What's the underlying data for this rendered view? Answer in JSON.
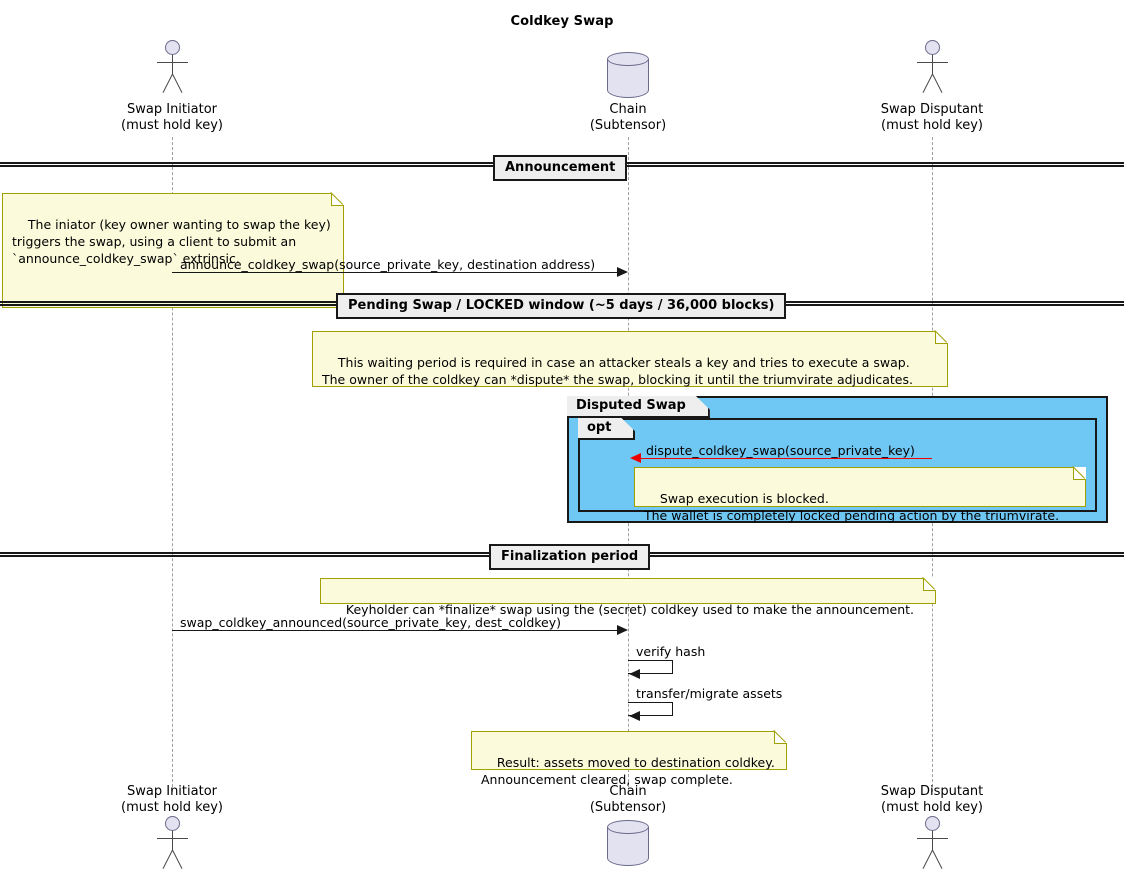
{
  "diagram": {
    "title": "Coldkey Swap",
    "type": "sequence-diagram"
  },
  "participants": [
    {
      "id": "initiator",
      "kind": "actor",
      "line1": "Swap Initiator",
      "line2": "(must hold key)"
    },
    {
      "id": "chain",
      "kind": "database",
      "line1": "Chain",
      "line2": "(Subtensor)"
    },
    {
      "id": "disputant",
      "kind": "actor",
      "line1": "Swap Disputant",
      "line2": "(must hold key)"
    }
  ],
  "dividers": [
    {
      "id": "announcement",
      "label": "Announcement"
    },
    {
      "id": "pending",
      "label": "Pending Swap / LOCKED window (~5 days / 36,000 blocks)"
    },
    {
      "id": "finalization",
      "label": "Finalization period"
    }
  ],
  "notes": [
    {
      "id": "note-initiator",
      "text": "The iniator (key owner wanting to swap the key)\ntriggers the swap, using a client to submit an\n`announce_coldkey_swap` extrinsic."
    },
    {
      "id": "note-waiting-period",
      "text": "This waiting period is required in case an attacker steals a key and tries to execute a swap.\nThe owner of the coldkey can *dispute* the swap, blocking it until the triumvirate adjudicates."
    },
    {
      "id": "note-blocked",
      "text": "Swap execution is blocked.\nThe wallet is completely locked pending action by the triumvirate."
    },
    {
      "id": "note-keyholder-finalize",
      "text": "Keyholder can *finalize* swap using the (secret) coldkey used to make the announcement."
    },
    {
      "id": "note-result",
      "text": "Result: assets moved to destination coldkey.\nAnnouncement cleared, swap complete."
    }
  ],
  "messages": [
    {
      "id": "announce",
      "label": "announce_coldkey_swap(source_private_key, destination address)",
      "from": "initiator",
      "to": "chain",
      "color": "#181818"
    },
    {
      "id": "dispute",
      "label": "dispute_coldkey_swap(source_private_key)",
      "from": "disputant",
      "to": "chain",
      "color": "#EE0000"
    },
    {
      "id": "swap-announced",
      "label": "swap_coldkey_announced(source_private_key, dest_coldkey)",
      "from": "initiator",
      "to": "chain",
      "color": "#181818"
    },
    {
      "id": "verify-hash",
      "label": "verify hash",
      "from": "chain",
      "to": "chain",
      "color": "#181818"
    },
    {
      "id": "transfer-assets",
      "label": "transfer/migrate assets",
      "from": "chain",
      "to": "chain",
      "color": "#181818"
    }
  ],
  "groups": [
    {
      "id": "disputed-swap",
      "label": "Disputed Swap",
      "fill": "#6FC7F4"
    },
    {
      "id": "opt",
      "label": "opt",
      "fill": "transparent"
    }
  ],
  "colors": {
    "participant_fill": "#E2E2F0",
    "participant_stroke": "#6A6A8C",
    "note_fill": "#FBFBDB",
    "note_stroke": "#A0A000",
    "divider_fill": "#EEEEEE",
    "group_fill": "#6FC7F4",
    "line": "#181818",
    "dispute_arrow": "#EE0000",
    "lifeline": "#A0A0A0"
  }
}
